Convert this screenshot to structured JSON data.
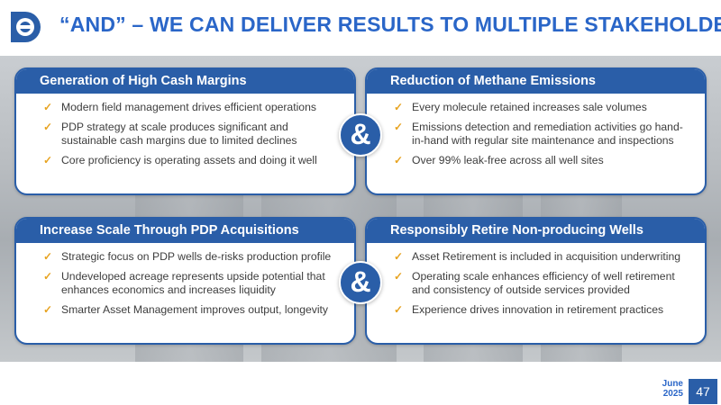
{
  "header": {
    "title": "“AND” – WE CAN DELIVER RESULTS TO MULTIPLE STAKEHOLDERS"
  },
  "colors": {
    "brand_blue": "#2a5ea8",
    "title_blue": "#2a66c8",
    "check_gold": "#e7a320"
  },
  "cards": [
    {
      "title": "Generation of High Cash Margins",
      "items": [
        "Modern field management drives efficient operations",
        "PDP strategy at scale produces significant and sustainable cash margins due to limited declines",
        "Core proficiency is operating assets and doing it well"
      ]
    },
    {
      "title": "Reduction of Methane Emissions",
      "items": [
        "Every molecule retained increases sale volumes",
        "Emissions detection and remediation activities go hand-in-hand with regular site maintenance and inspections",
        "Over 99% leak-free across all well sites"
      ]
    },
    {
      "title": "Increase Scale Through PDP Acquisitions",
      "items": [
        "Strategic focus on PDP wells de-risks production profile",
        "Undeveloped acreage represents upside potential that enhances economics and increases liquidity",
        "Smarter Asset Management improves output, longevity"
      ]
    },
    {
      "title": "Responsibly Retire Non-producing Wells",
      "items": [
        "Asset Retirement is included in acquisition underwriting",
        "Operating scale enhances efficiency of well retirement and consistency of outside services provided",
        "Experience drives innovation in retirement practices"
      ]
    }
  ],
  "connector": {
    "symbol": "&"
  },
  "check_glyph": "✓",
  "footer": {
    "month": "June",
    "year": "2025",
    "page_number": "47"
  }
}
